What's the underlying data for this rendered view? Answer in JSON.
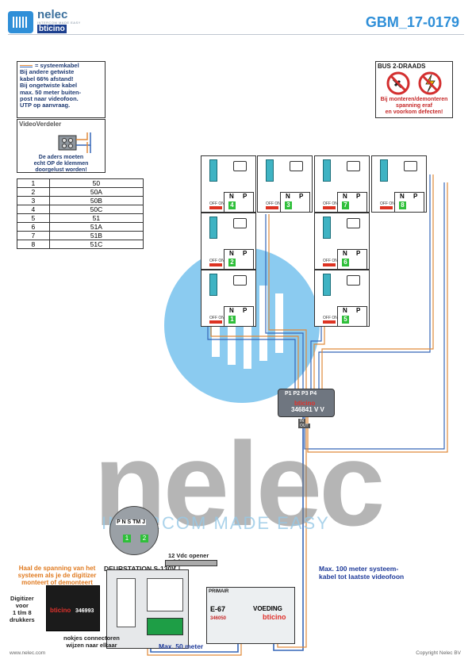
{
  "header": {
    "brand": "nelec",
    "tagline": "INTERCOM MADE EASY",
    "sub_brand": "bticino",
    "doc_id": "GBM_17-0179"
  },
  "cable_note": {
    "title": "= systeemkabel",
    "lines": [
      "Bij andere getwiste",
      "kabel 66% afstand!",
      "Bij ongetwiste kabel",
      "max. 50 meter buiten-",
      "post naar videofoon.",
      "UTP op aanvraag."
    ]
  },
  "video_distributor_note": {
    "title": "VideoVerdeler",
    "caption_lines": [
      "De aders moeten",
      "echt OP de klemmen",
      "doorgelust worden!"
    ]
  },
  "address_table": [
    [
      "1",
      "50"
    ],
    [
      "2",
      "50A"
    ],
    [
      "3",
      "50B"
    ],
    [
      "4",
      "50C"
    ],
    [
      "5",
      "51"
    ],
    [
      "6",
      "51A"
    ],
    [
      "7",
      "51B"
    ],
    [
      "8",
      "51C"
    ]
  ],
  "bus_note": {
    "title": "BUS 2-DRAADS",
    "warning_lines": [
      "Bij monteren/demonteren",
      "spanning eraf",
      "en voorkom defecten!"
    ]
  },
  "units": [
    {
      "n": "N",
      "p": "P",
      "num": "4",
      "off_on": "OFF ON"
    },
    {
      "n": "N",
      "p": "P",
      "num": "3",
      "off_on": "OFF ON"
    },
    {
      "n": "N",
      "p": "P",
      "num": "7",
      "off_on": "OFF ON"
    },
    {
      "n": "N",
      "p": "P",
      "num": "8",
      "off_on": "OFF ON"
    },
    {
      "n": "N",
      "p": "P",
      "num": "2",
      "off_on": "OFF ON"
    },
    {
      "n": "N",
      "p": "P",
      "num": "6",
      "off_on": "OFF ON"
    },
    {
      "n": "N",
      "p": "P",
      "num": "1",
      "off_on": "OFF ON"
    },
    {
      "n": "N",
      "p": "P",
      "num": "5",
      "off_on": "OFF ON"
    }
  ],
  "distributor": {
    "ports": "P1 P2 P3 P4",
    "brand": "bticino",
    "code": "346841",
    "suffix": "V V",
    "in_label": "IN",
    "out_label": "OUT"
  },
  "watermark": {
    "text": "nelec",
    "sub": "INTERCOM MADE EASY"
  },
  "zoom_terminals": {
    "labels": "P N S TM J",
    "num_left": "1",
    "num_right": "2"
  },
  "labels": {
    "opener": "12 Vdc opener",
    "door_station": "DEURSTATION S-130V",
    "haal": [
      "Haal de spanning van het",
      "systeem als je de digitizer",
      "monteert of demonteert"
    ],
    "digitizer": [
      "Digitizer",
      "voor",
      "1 t/m 8",
      "drukkers"
    ],
    "nokjes": [
      "nokjes connectoren",
      "wijzen naar elkaar"
    ],
    "max50": "Max. 50 meter",
    "max100": [
      "Max. 100 meter systeem-",
      "kabel tot laatste videofoon"
    ],
    "psu_model": "E-67",
    "psu_label": "VOEDING",
    "psu_code": "346050",
    "primair": "PRIMAIR",
    "digitizer_code": "346993",
    "digitizer_brand": "bticino",
    "footer_left": "www.nelec.com",
    "footer_right": "Copyright Nelec BV"
  },
  "colors": {
    "accent": "#2f8fd8",
    "warning": "#c62828",
    "label_blue": "#1f3b9a",
    "label_orange": "#e07a1f",
    "cable_orange": "#e08a3a",
    "cable_blue": "#3566b8"
  }
}
